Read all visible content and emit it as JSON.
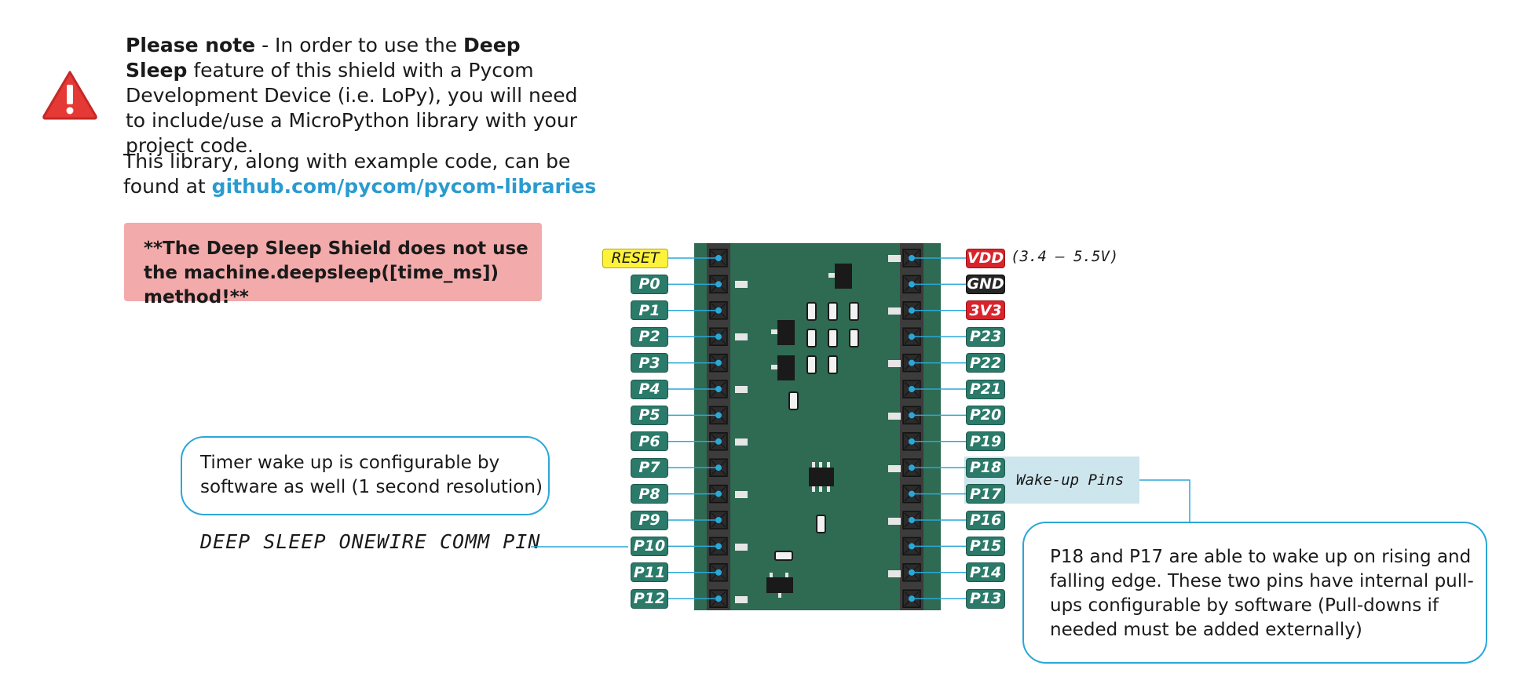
{
  "note": {
    "lead_bold": "Please note",
    "lead_text": " - In order to use the ",
    "feature_bold": "Deep Sleep",
    "rest": " feature of this shield with a Pycom Development Device (i.e. LoPy), you will need to include/use a MicroPython library with your project code."
  },
  "library": {
    "text": "This library, along with example code, can be found at ",
    "link": "github.com/pycom/pycom-libraries"
  },
  "alert_box": "**The Deep Sleep Shield does not use the machine.deepsleep([time_ms]) method!**",
  "timer_callout": "Timer wake up is configurable by software as well (1 second resolution)",
  "comm_pin_label": "DEEP SLEEP ONEWIRE COMM PIN",
  "wake_label": "Wake-up Pins",
  "wake_callout": "P18 and P17 are able to wake up on rising and falling edge. These two pins have internal pull-ups configurable by software (Pull-downs if needed must be added externally)",
  "voltage": "(3.4 – 5.5V)",
  "left_pins": [
    "RESET",
    "P0",
    "P1",
    "P2",
    "P3",
    "P4",
    "P5",
    "P6",
    "P7",
    "P8",
    "P9",
    "P10",
    "P11",
    "P12"
  ],
  "right_pins": [
    "VDD",
    "GND",
    "3V3",
    "P23",
    "P22",
    "P21",
    "P20",
    "P19",
    "P18",
    "P17",
    "P16",
    "P15",
    "P14",
    "P13"
  ],
  "colors": {
    "board": "#2e6b52",
    "pin_label": "#2b7a6a",
    "reset": "#fff23a",
    "vdd": "#d9242b",
    "gnd": "#262626",
    "line": "#2aa7d8",
    "link": "#2a9bd0",
    "alert_bg": "#f3aaaa",
    "warning": "#e53935"
  }
}
